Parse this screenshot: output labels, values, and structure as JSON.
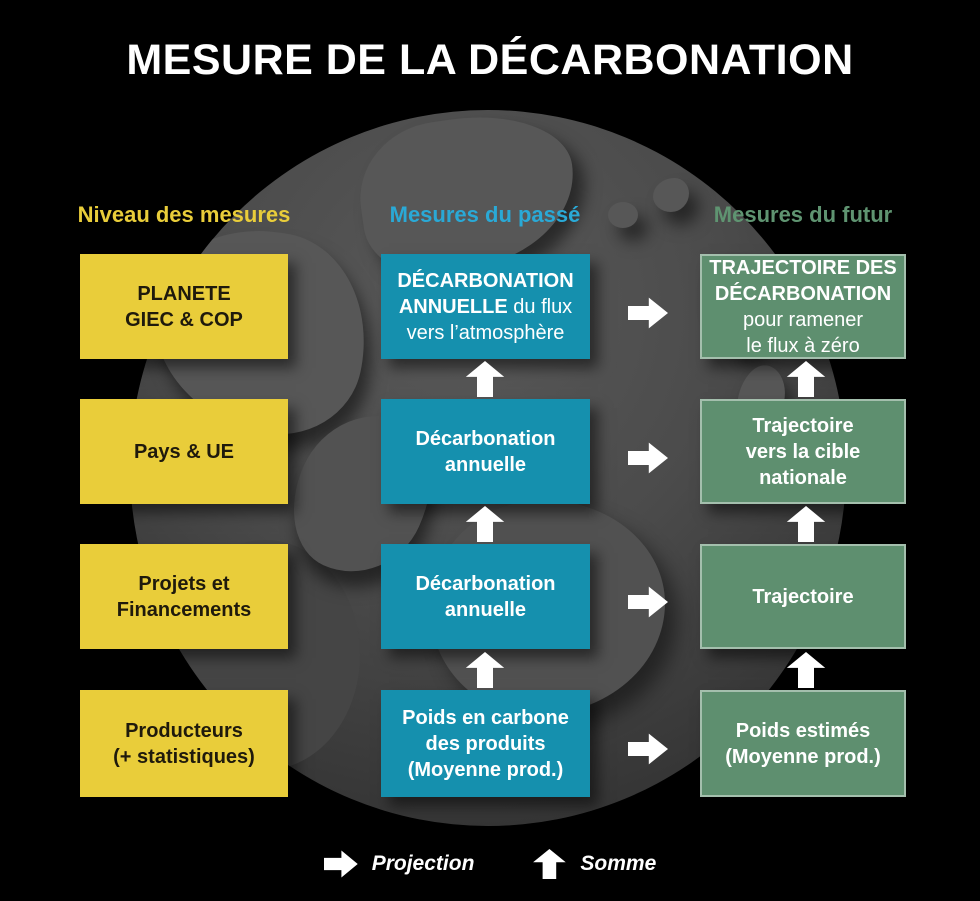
{
  "title": "MESURE DE LA DÉCARBONATION",
  "colors": {
    "yellow": "#e9cd3a",
    "blue": "#1590ae",
    "green": "#5e8f6f",
    "header_past": "#2aa9d6",
    "header_future": "#5f9471",
    "background": "#000000",
    "arrow": "#ffffff"
  },
  "columns": {
    "levels": {
      "header": "Niveau des mesures",
      "boxes": [
        {
          "lines": [
            [
              {
                "t": "PLANETE",
                "b": true
              }
            ],
            [
              {
                "t": "GIEC & COP",
                "b": true
              }
            ]
          ]
        },
        {
          "lines": [
            [
              {
                "t": "Pays & UE",
                "b": true
              }
            ]
          ]
        },
        {
          "lines": [
            [
              {
                "t": "Projets et",
                "b": true
              }
            ],
            [
              {
                "t": "Financements",
                "b": true
              }
            ]
          ]
        },
        {
          "lines": [
            [
              {
                "t": "Producteurs",
                "b": true
              }
            ],
            [
              {
                "t": "(+ statistiques)",
                "b": true
              }
            ]
          ]
        }
      ]
    },
    "past": {
      "header": "Mesures du passé",
      "boxes": [
        {
          "lines": [
            [
              {
                "t": "DÉCARBONATION",
                "b": true
              }
            ],
            [
              {
                "t": "ANNUELLE",
                "b": true
              },
              {
                "t": " du flux",
                "b": false
              }
            ],
            [
              {
                "t": "vers l’atmosphère",
                "b": false
              }
            ]
          ]
        },
        {
          "lines": [
            [
              {
                "t": "Décarbonation",
                "b": true
              }
            ],
            [
              {
                "t": "annuelle",
                "b": true
              }
            ]
          ]
        },
        {
          "lines": [
            [
              {
                "t": "Décarbonation",
                "b": true
              }
            ],
            [
              {
                "t": "annuelle",
                "b": true
              }
            ]
          ]
        },
        {
          "lines": [
            [
              {
                "t": "Poids en carbone",
                "b": true
              }
            ],
            [
              {
                "t": "des produits",
                "b": true
              }
            ],
            [
              {
                "t": "(Moyenne prod.)",
                "b": true
              }
            ]
          ]
        }
      ]
    },
    "future": {
      "header": "Mesures du  futur",
      "boxes": [
        {
          "lines": [
            [
              {
                "t": "TRAJECTOIRE DES",
                "b": true
              }
            ],
            [
              {
                "t": "DÉCARBONATION",
                "b": true
              }
            ],
            [
              {
                "t": "pour ramener",
                "b": false
              }
            ],
            [
              {
                "t": "le flux à zéro",
                "b": false
              }
            ]
          ]
        },
        {
          "lines": [
            [
              {
                "t": "Trajectoire",
                "b": true
              }
            ],
            [
              {
                "t": "vers la cible",
                "b": true
              }
            ],
            [
              {
                "t": "nationale",
                "b": true
              }
            ]
          ]
        },
        {
          "lines": [
            [
              {
                "t": "Trajectoire",
                "b": true
              }
            ]
          ]
        },
        {
          "lines": [
            [
              {
                "t": "Poids estimés",
                "b": true
              }
            ],
            [
              {
                "t": "(Moyenne prod.)",
                "b": true
              }
            ]
          ]
        }
      ]
    }
  },
  "legend": {
    "projection_label": "Projection",
    "somme_label": "Somme",
    "projection_icon": "right-arrow-icon",
    "somme_icon": "up-arrow-icon"
  }
}
